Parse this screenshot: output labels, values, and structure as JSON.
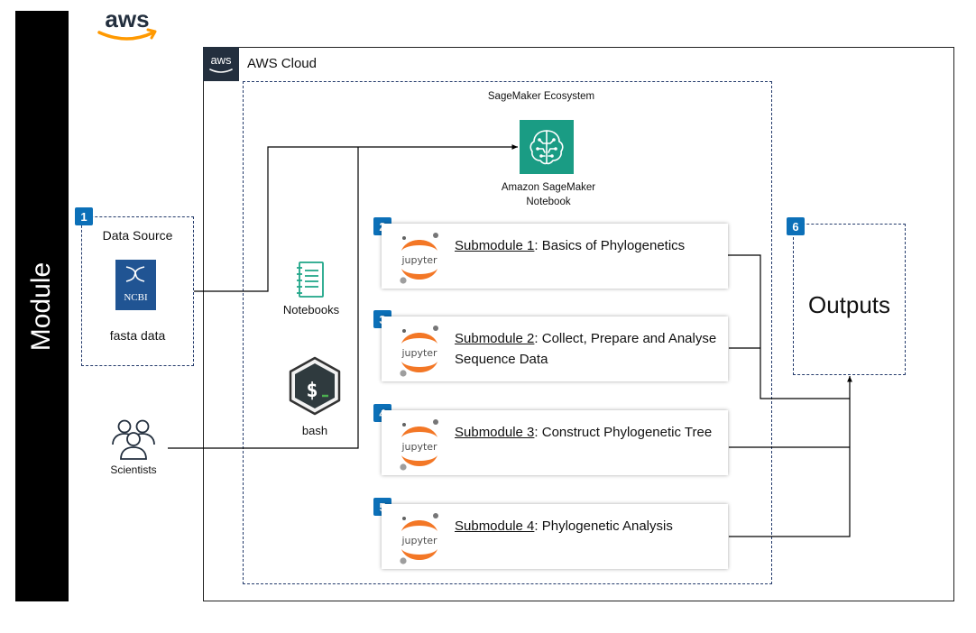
{
  "module_label": "Module",
  "cloud_title": "AWS Cloud",
  "aws_logo_text": "aws",
  "cloud_badge_text": "aws",
  "ecosystem_title": "SageMaker Ecosystem",
  "sagemaker_label": "Amazon SageMaker Notebook",
  "data_source": {
    "badge": "1",
    "title": "Data Source",
    "ncbi": "NCBI",
    "subtitle": "fasta data"
  },
  "notebooks_label": "Notebooks",
  "bash_label": "bash",
  "scientists_label": "Scientists",
  "jupyter_word": "jupyter",
  "submodules": [
    {
      "badge": "2",
      "link": "Submodule 1",
      "rest": ": Basics of Phylogenetics"
    },
    {
      "badge": "3",
      "link": "Submodule 2",
      "rest": ": Collect, Prepare and Analyse Sequence Data"
    },
    {
      "badge": "4",
      "link": "Submodule 3",
      "rest": ": Construct Phylogenetic Tree"
    },
    {
      "badge": "5",
      "link": "Submodule 4",
      "rest": ": Phylogenetic Analysis"
    }
  ],
  "outputs": {
    "badge": "6",
    "title": "Outputs"
  },
  "colors": {
    "badge": "#0c70b8",
    "dashed_border": "#233a6b",
    "sagemaker": "#1a9c84",
    "jupyter_orange": "#f37726",
    "aws_orange": "#ff9900"
  }
}
